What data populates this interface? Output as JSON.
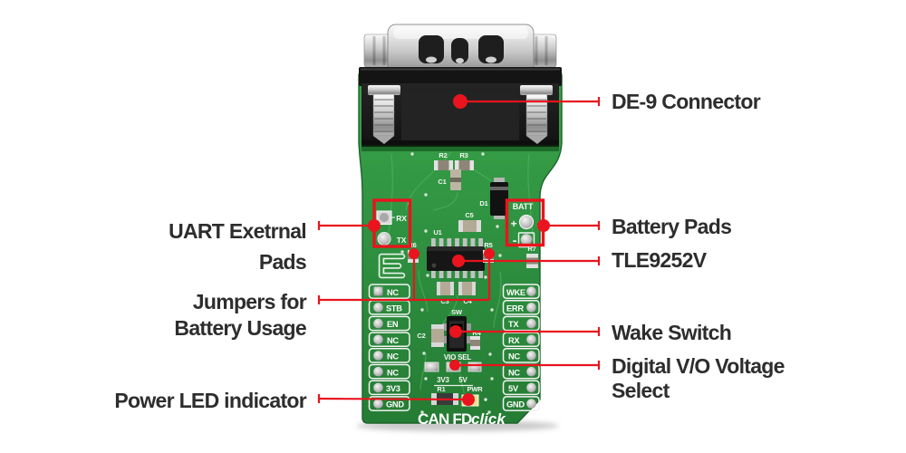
{
  "annotations": {
    "de9": "DE-9 Connector",
    "uart": [
      "UART Exetrnal",
      "Pads"
    ],
    "jumpers": [
      "Jumpers for",
      "Battery Usage"
    ],
    "power_led": "Power LED indicator",
    "battery": "Battery Pads",
    "transceiver": "TLE9252V",
    "wake": "Wake Switch",
    "vio": [
      "Digital V/O Voltage",
      "Select"
    ]
  },
  "board": {
    "title_main": "CAN FD",
    "title_script": "click",
    "left_pins": [
      "NC",
      "STB",
      "EN",
      "NC",
      "NC",
      "NC",
      "3V3",
      "GND"
    ],
    "right_pins": [
      "WKE",
      "ERR",
      "TX",
      "RX",
      "NC",
      "NC",
      "5V",
      "GND"
    ],
    "silkscreen": {
      "r1": "R1",
      "r2": "R2",
      "r3": "R3",
      "r4": "R4",
      "r5": "R5",
      "r6": "R6",
      "r7": "R7",
      "c1": "C1",
      "c2": "C2",
      "c3": "C3",
      "c4": "C4",
      "c5": "C5",
      "d1": "D1",
      "u1": "U1",
      "sw": "SW",
      "vio_sel": "VIO SEL",
      "v33": "3V3",
      "v5": "5V",
      "r1b": "R1",
      "pwr": "PWR",
      "batt": "BATT",
      "plus": "+",
      "minus": "-",
      "rx": "RX",
      "tx": "TX"
    }
  },
  "colors": {
    "callout_red": "#e9141d",
    "pcb_green": "#2f9140",
    "label_text": "#2d2d2d"
  }
}
